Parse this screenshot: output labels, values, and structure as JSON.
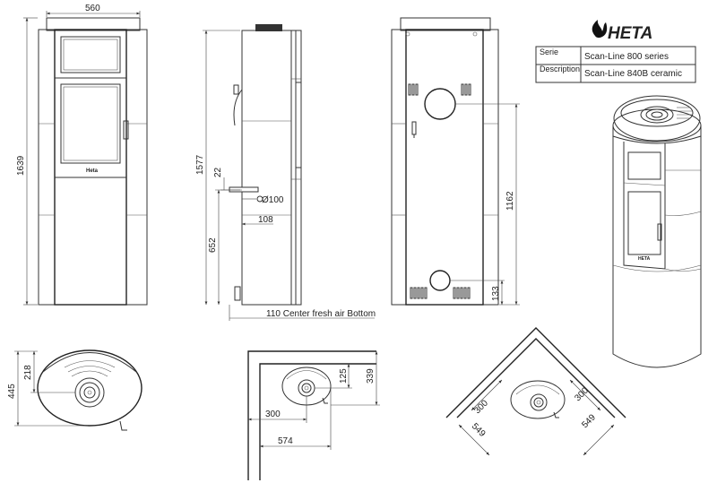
{
  "brand": {
    "logo_text": "HETA"
  },
  "title_block": {
    "serie_label": "Serie",
    "serie_value": "Scan-Line 800 series",
    "description_label": "Description",
    "description_value": "Scan-Line 840B ceramic"
  },
  "front_view": {
    "width_dim": "560",
    "height_dim": "1639",
    "badge": "Heta"
  },
  "side_view": {
    "height_dim": "1577",
    "flue_offset_dim": "22",
    "flue_diameter_dim": "Ø100",
    "air_inlet_dim": "108",
    "air_height_dim": "652",
    "fresh_air_note": "110 Center fresh air Bottom"
  },
  "back_view": {
    "flue_height_dim": "1162",
    "air_height_dim": "133"
  },
  "top_view": {
    "depth_dim": "445",
    "center_dim": "218"
  },
  "wall_view": {
    "center_y_dim": "125",
    "depth_dim": "339",
    "center_x_dim": "300",
    "width_dim": "574"
  },
  "corner_view": {
    "left_center_dim": "300",
    "left_edge_dim": "549",
    "right_center_dim": "300",
    "right_edge_dim": "549"
  }
}
